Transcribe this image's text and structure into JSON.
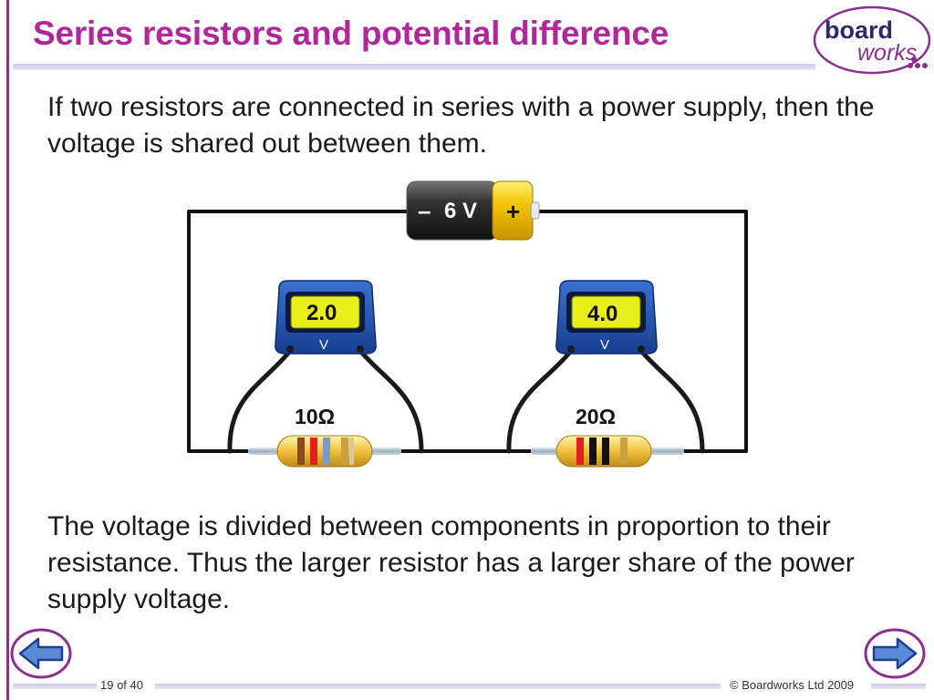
{
  "slide": {
    "title": "Series resistors and potential difference",
    "intro_text": "If two resistors are connected in series with a power supply, then the voltage is shared out between them.",
    "conclusion_text": "The voltage is divided between components in proportion to their resistance. Thus the larger resistor has a larger share of the power supply voltage.",
    "page_indicator": "19 of 40",
    "copyright": "© Boardworks Ltd 2009"
  },
  "logo": {
    "line1": "board",
    "line2": "works"
  },
  "circuit": {
    "battery": {
      "negative_symbol": "–",
      "label": "6 V",
      "positive_symbol": "+"
    },
    "voltmeter_left": {
      "reading": "2.0",
      "unit": "V"
    },
    "voltmeter_right": {
      "reading": "4.0",
      "unit": "V"
    },
    "resistor_left": {
      "label": "10Ω"
    },
    "resistor_right": {
      "label": "20Ω"
    }
  },
  "colors": {
    "title": "#b0279c",
    "accent_rule": "#8a2f8f",
    "meter_body": "#1f4fa8",
    "display": "#e8ee1a",
    "battery_cap": "#f2c400"
  }
}
